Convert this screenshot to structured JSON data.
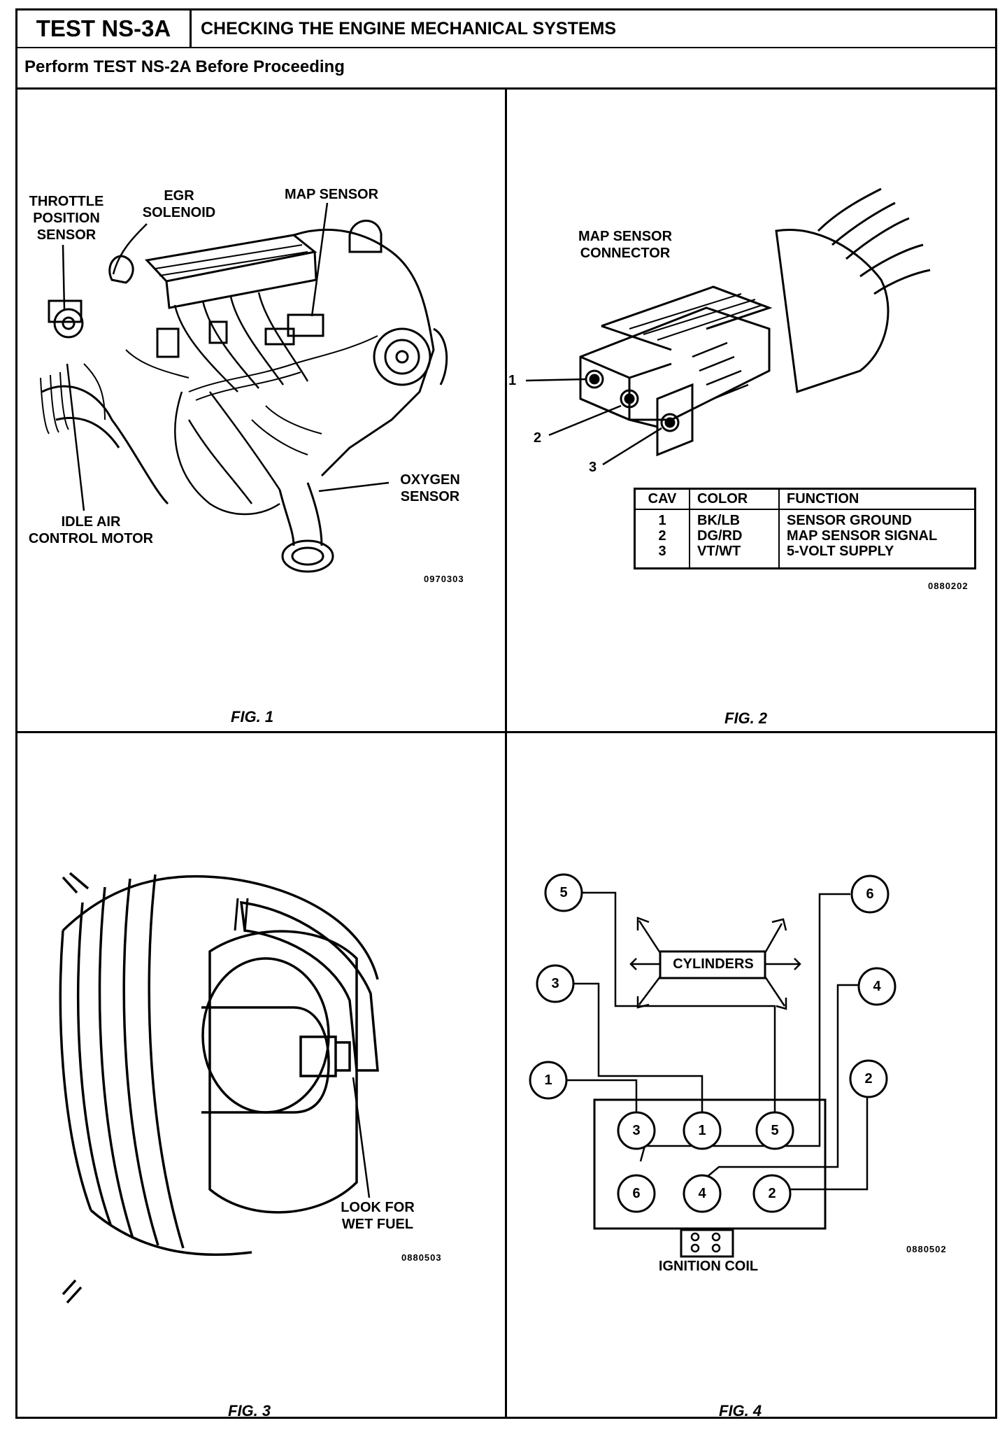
{
  "header": {
    "test_id": "TEST NS-3A",
    "title": "CHECKING THE ENGINE MECHANICAL SYSTEMS",
    "prerequisite": "Perform TEST NS-2A Before Proceeding"
  },
  "fig1": {
    "caption": "FIG. 1",
    "labels": {
      "throttle": "THROTTLE\nPOSITION\nSENSOR",
      "egr": "EGR\nSOLENOID",
      "map": "MAP SENSOR",
      "oxygen": "OXYGEN\nSENSOR",
      "idle_air": "IDLE AIR\nCONTROL MOTOR"
    },
    "code": "0970303"
  },
  "fig2": {
    "caption": "FIG. 2",
    "connector_label": "MAP SENSOR\nCONNECTOR",
    "pins": [
      "1",
      "2",
      "3"
    ],
    "code": "0880202",
    "table": {
      "headers": [
        "CAV",
        "COLOR",
        "FUNCTION"
      ],
      "rows": [
        [
          "1",
          "BK/LB",
          "SENSOR GROUND"
        ],
        [
          "2",
          "DG/RD",
          "MAP SENSOR SIGNAL"
        ],
        [
          "3",
          "VT/WT",
          "5-VOLT SUPPLY"
        ]
      ]
    }
  },
  "fig3": {
    "caption": "FIG. 3",
    "label": "LOOK FOR\nWET FUEL",
    "code": "0880503"
  },
  "fig4": {
    "caption": "FIG. 4",
    "cylinders_label": "CYLINDERS",
    "cylinder_numbers": [
      "5",
      "6",
      "3",
      "4",
      "1",
      "2"
    ],
    "coil_towers_top": [
      "3",
      "1",
      "5"
    ],
    "coil_towers_bottom": [
      "6",
      "4",
      "2"
    ],
    "coil_label": "IGNITION COIL",
    "code": "0880502"
  }
}
